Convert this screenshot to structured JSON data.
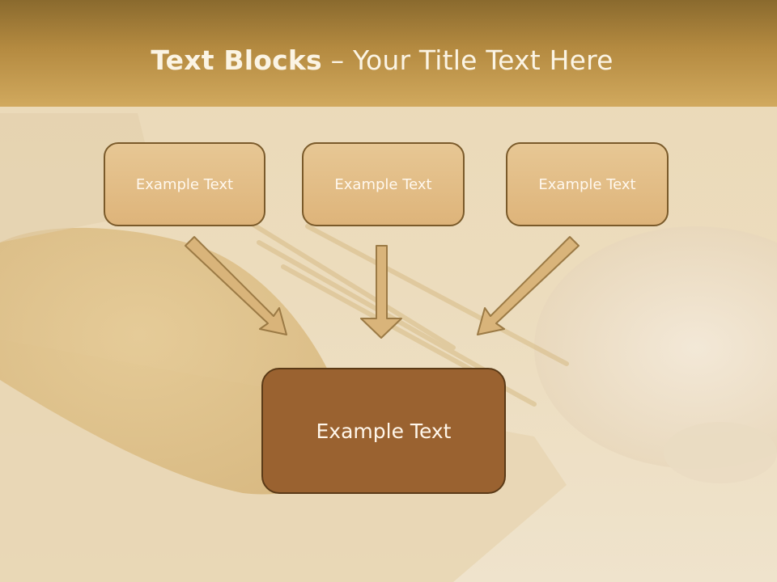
{
  "slide": {
    "title_bold": "Text Blocks",
    "title_rest": " – Your Title Text Here",
    "blocks": [
      "Example Text",
      "Example Text",
      "Example Text"
    ],
    "main_block": "Example Text"
  },
  "colors": {
    "title_band": "#b48a40",
    "block_fill": "#e2bd86",
    "block_border": "#7a5a2a",
    "main_fill": "#9a6230",
    "arrow_fill": "#d9b47a"
  }
}
